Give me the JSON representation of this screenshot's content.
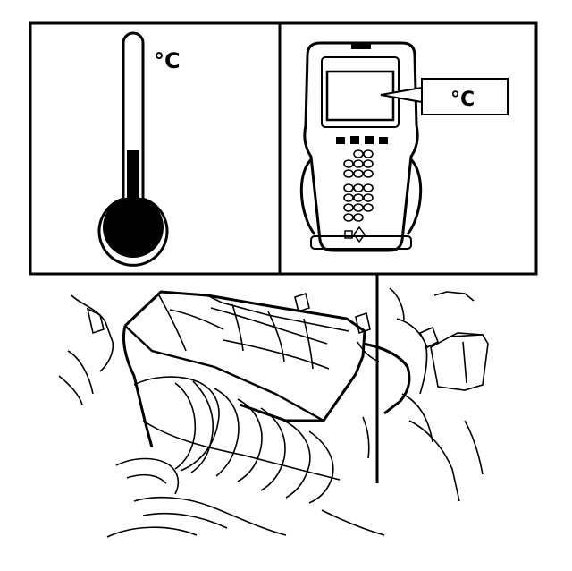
{
  "figure": {
    "panel_left": {
      "unit_label": "°C"
    },
    "panel_right": {
      "unit_label": "°C"
    }
  },
  "colors": {
    "ink": "#000000",
    "paper": "#ffffff"
  },
  "icons": [
    "thermometer-icon",
    "scan-tool-icon",
    "engine-illustration"
  ]
}
